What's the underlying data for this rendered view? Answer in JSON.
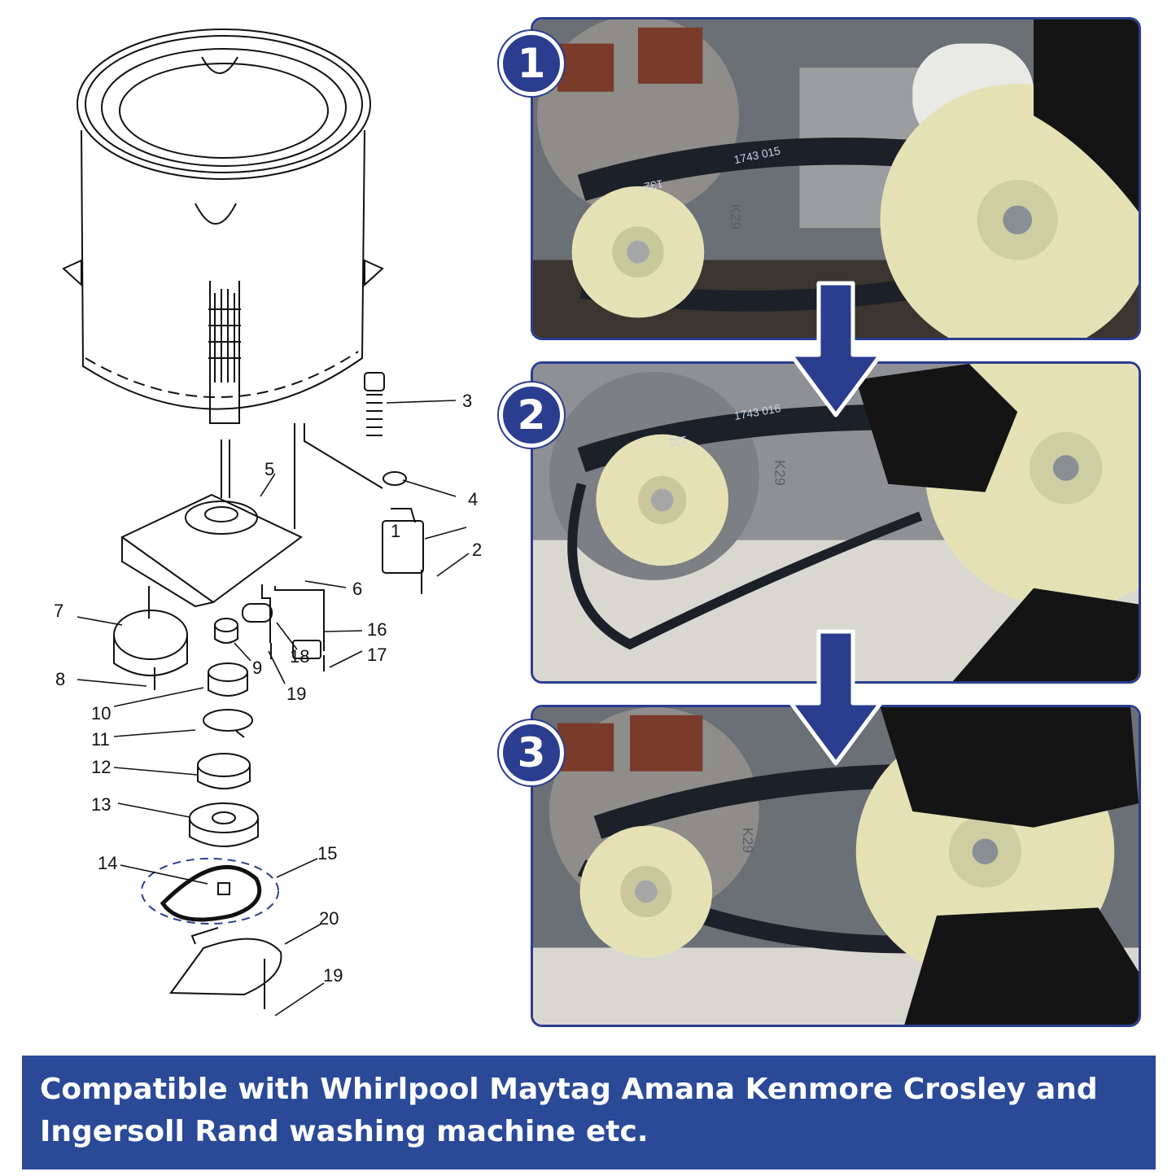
{
  "diagram": {
    "part_numbers": [
      "1",
      "2",
      "3",
      "4",
      "5",
      "6",
      "7",
      "8",
      "9",
      "10",
      "11",
      "12",
      "13",
      "14",
      "15",
      "16",
      "17",
      "18",
      "19",
      "19",
      "20"
    ]
  },
  "photos": [
    {
      "step": "1",
      "belt_text_1": "1743 015",
      "belt_text_2": "132",
      "motor_text": "K29"
    },
    {
      "step": "2",
      "belt_text_1": "1743 016",
      "belt_text_2": "132",
      "motor_text": "K29"
    },
    {
      "step": "3",
      "belt_text_1": "",
      "belt_text_2": "",
      "motor_text": "K29"
    }
  ],
  "banner": {
    "line1": "Compatible with Whirlpool Maytag Amana Kenmore Crosley and",
    "line2": "Ingersoll Rand washing machine etc."
  },
  "colors": {
    "brand_blue": "#2a3d8f",
    "banner_blue": "#2a4a98",
    "pulley_cream": "#e4e2b4"
  },
  "icons": [
    "arrow-down-icon"
  ]
}
